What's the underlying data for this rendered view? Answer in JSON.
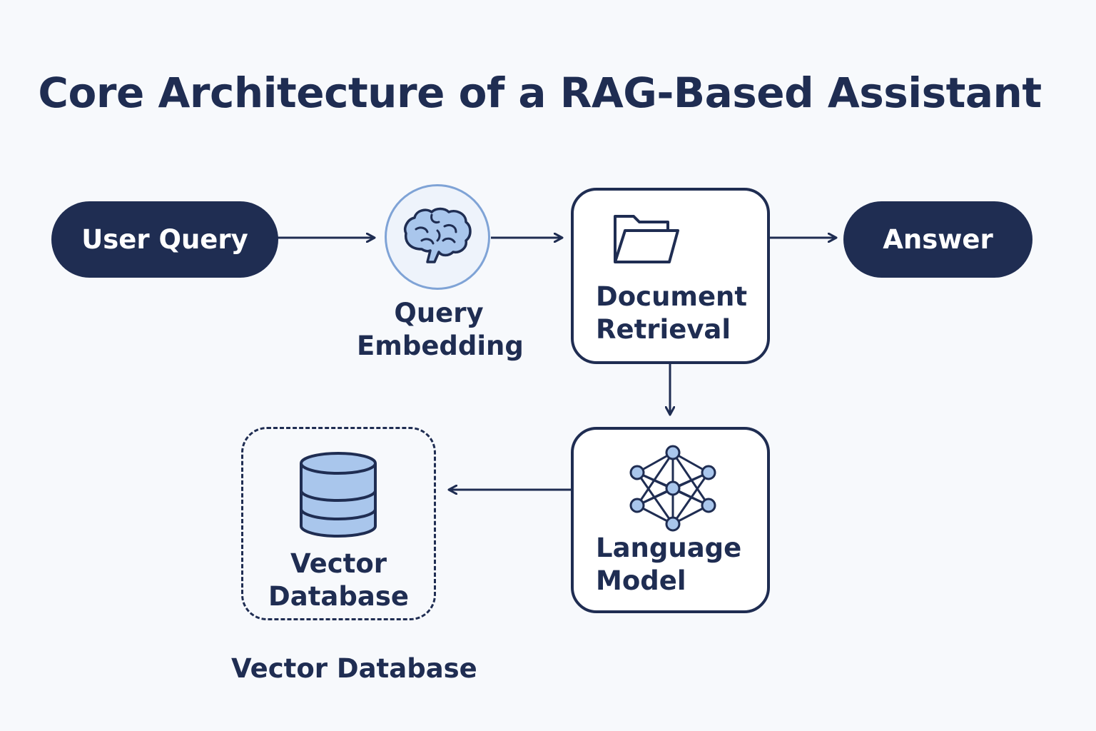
{
  "title": "Core Architecture of a RAG-Based Assistant",
  "nodes": {
    "user_query": {
      "label": "User Query"
    },
    "query_embedding": {
      "label_line1": "Query",
      "label_line2": "Embedding",
      "icon": "brain-icon"
    },
    "document_retrieval": {
      "label_line1": "Document",
      "label_line2": "Retrieval",
      "icon": "folder-icon"
    },
    "answer": {
      "label": "Answer"
    },
    "language_model": {
      "label_line1": "Language",
      "label_line2": "Model",
      "icon": "neural-network-icon"
    },
    "vector_database": {
      "label_line1": "Vector",
      "label_line2": "Database",
      "icon": "database-icon"
    }
  },
  "caption": "Vector Database",
  "colors": {
    "navy": "#1f2d52",
    "accent_blue": "#a9c6ec",
    "circle_border": "#7fa3d6",
    "background": "#f7f9fc"
  }
}
